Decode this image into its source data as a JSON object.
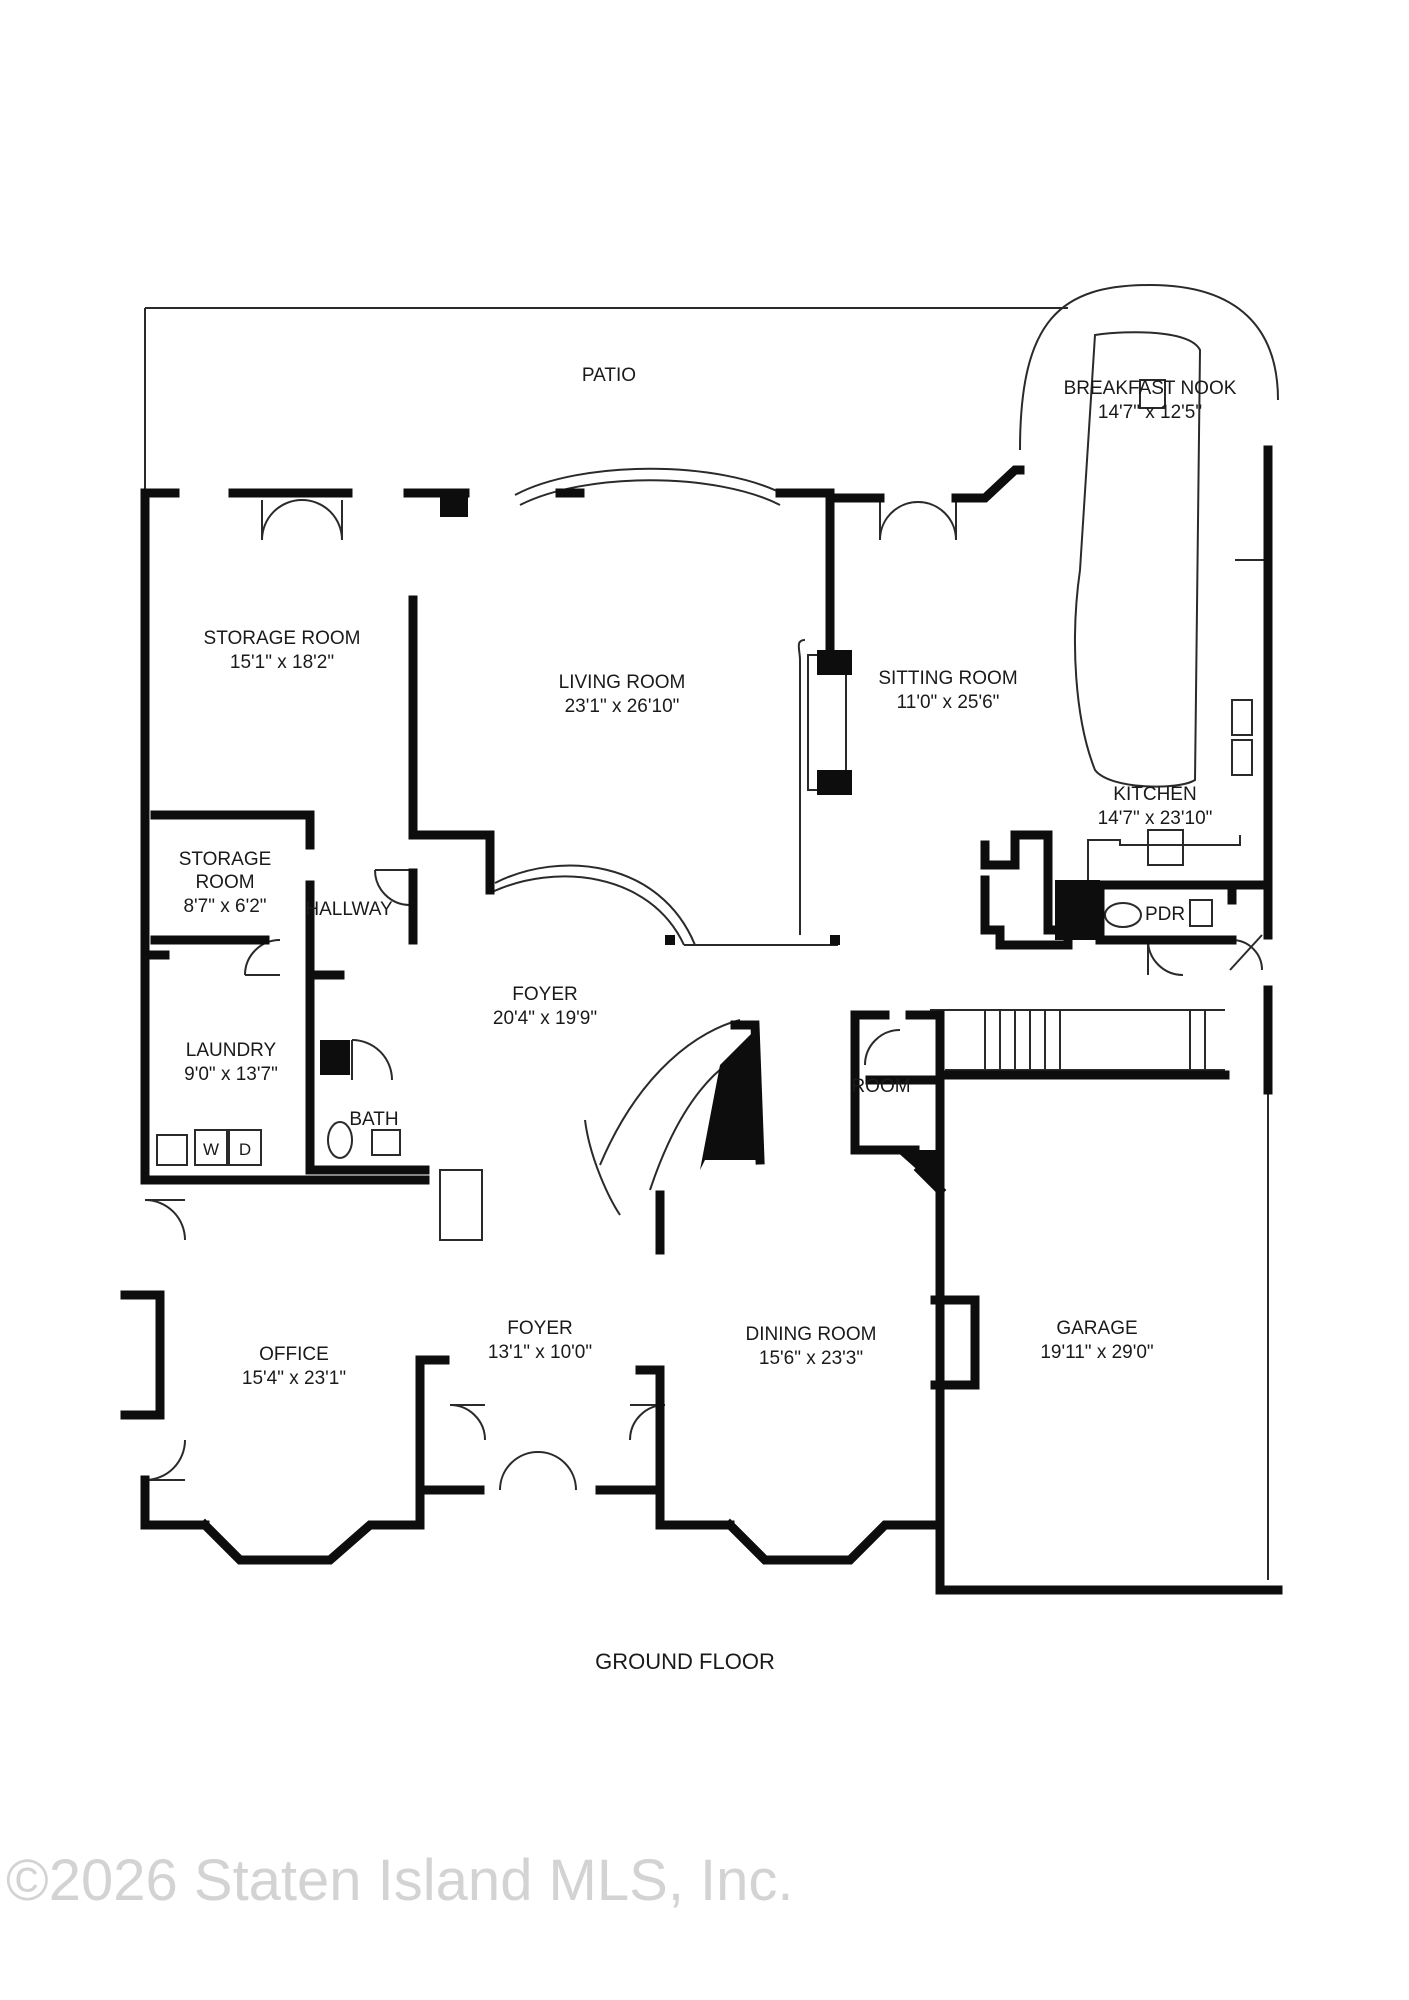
{
  "floor_title": "GROUND FLOOR",
  "watermark": "©2026 Staten Island MLS, Inc.",
  "rooms": {
    "patio": {
      "name": "PATIO"
    },
    "breakfast_nook": {
      "name": "BREAKFAST NOOK",
      "size": "14'7\" x 12'5\""
    },
    "storage_room_1": {
      "name": "STORAGE ROOM",
      "size": "15'1\" x 18'2\""
    },
    "living_room": {
      "name": "LIVING ROOM",
      "size": "23'1\" x 26'10\""
    },
    "sitting_room": {
      "name": "SITTING ROOM",
      "size": "11'0\" x 25'6\""
    },
    "kitchen": {
      "name": "KITCHEN",
      "size": "14'7\" x 23'10\""
    },
    "storage_room_2": {
      "name_line1": "STORAGE",
      "name_line2": "ROOM",
      "size": "8'7\" x 6'2\""
    },
    "hallway": {
      "name": "HALLWAY"
    },
    "pdr": {
      "name": "PDR"
    },
    "foyer_main": {
      "name": "FOYER",
      "size": "20'4\" x 19'9\""
    },
    "laundry": {
      "name": "LAUNDRY",
      "size": "9'0\" x 13'7\""
    },
    "bath": {
      "name": "BATH"
    },
    "room_small": {
      "name": "ROOM"
    },
    "office": {
      "name": "OFFICE",
      "size": "15'4\" x 23'1\""
    },
    "foyer_entry": {
      "name": "FOYER",
      "size": "13'1\" x 10'0\""
    },
    "dining_room": {
      "name": "DINING ROOM",
      "size": "15'6\" x 23'3\""
    },
    "garage": {
      "name": "GARAGE",
      "size": "19'11\" x 29'0\""
    }
  },
  "appliances": {
    "washer": "W",
    "dryer": "D"
  },
  "colors": {
    "wall": "#0d0d0d",
    "line": "#2a2a2a",
    "watermark": "#cfcfcf"
  }
}
